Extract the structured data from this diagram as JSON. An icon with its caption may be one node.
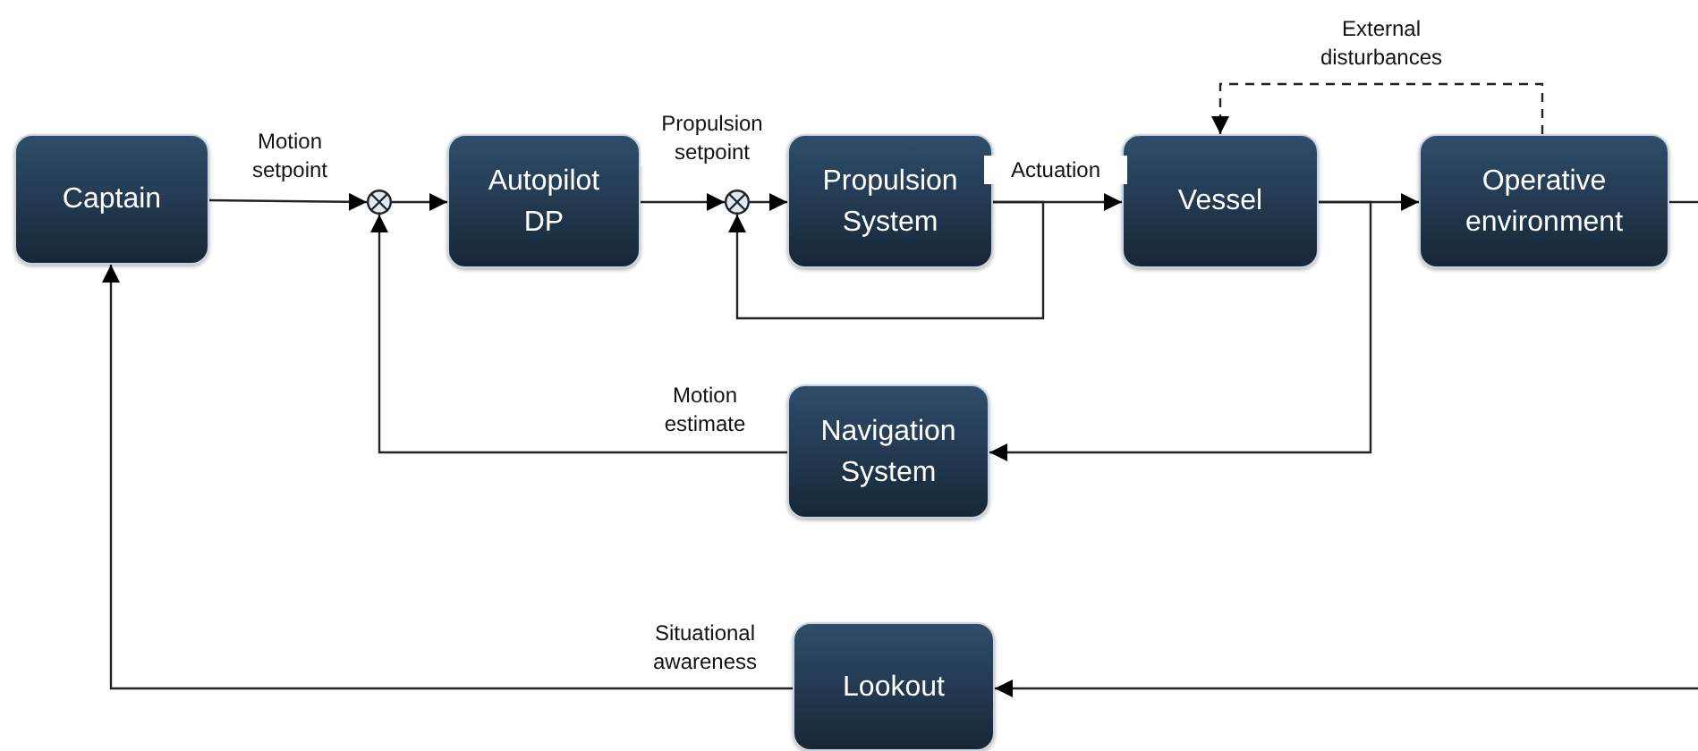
{
  "diagram": {
    "nodes": [
      {
        "text": [
          "Captain"
        ]
      },
      {
        "text": [],
        "shape": "circle"
      },
      {
        "text": [
          "Autopilot DP"
        ]
      },
      {
        "text": [],
        "shape": "circle"
      },
      {
        "text": [
          "Propulsion System"
        ]
      },
      {
        "text": [
          "Vessel"
        ]
      },
      {
        "text": [
          "Operative environment"
        ]
      },
      {
        "text": [
          "Navigation System"
        ]
      },
      {
        "text": [
          "Lookout"
        ]
      }
    ],
    "edges": [
      {
        "from": 0,
        "to": 1,
        "arrow": "to",
        "label": "Motion setpoint"
      },
      {
        "from": 1,
        "to": 2,
        "arrow": "to"
      },
      {
        "from": 2,
        "to": 3,
        "arrow": "to",
        "label": "Propulsion setpoint"
      },
      {
        "from": 3,
        "to": 4,
        "arrow": "to"
      },
      {
        "from": 4,
        "to": 5,
        "arrow": "to",
        "label": "Actuation"
      },
      {
        "from": 4,
        "to": 3,
        "arrow": "to"
      },
      {
        "from": 5,
        "to": 6,
        "arrow": "to"
      },
      {
        "from": 6,
        "to": 5,
        "arrow": "to",
        "label": "External disturbances",
        "style": "dashed"
      },
      {
        "from": 5,
        "to": 7,
        "arrow": "to"
      },
      {
        "from": 7,
        "to": 1,
        "arrow": "to",
        "label": "Motion estimate"
      },
      {
        "from": 6,
        "to": null,
        "arrow": "none"
      },
      {
        "from": null,
        "to": 8,
        "arrow": "to"
      },
      {
        "from": 8,
        "to": 0,
        "arrow": "to",
        "label": "Situational awareness"
      }
    ]
  }
}
